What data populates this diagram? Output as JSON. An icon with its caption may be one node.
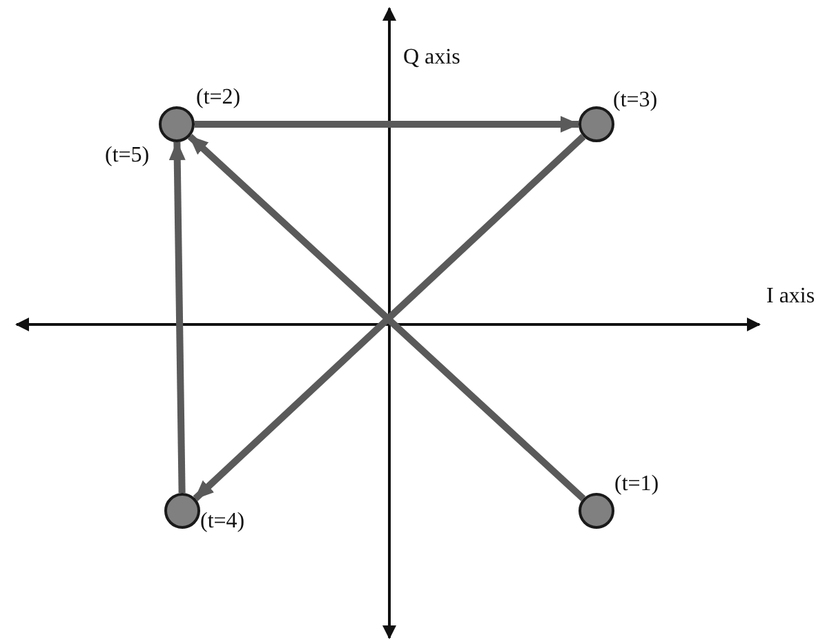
{
  "diagram": {
    "nodes": [
      {
        "text": [],
        "shape": "circle",
        "beside": [
          "(t=2)",
          "(t=5)"
        ]
      },
      {
        "text": [],
        "shape": "circle",
        "beside": [
          "(t=3)"
        ]
      },
      {
        "text": [],
        "shape": "circle",
        "beside": [
          "(t=4)"
        ]
      },
      {
        "text": [],
        "shape": "circle",
        "beside": [
          "(t=1)"
        ]
      }
    ],
    "edges": [
      {
        "from": 3,
        "to": 0,
        "arrow": "to"
      },
      {
        "from": 0,
        "to": 1,
        "arrow": "to"
      },
      {
        "from": 1,
        "to": 2,
        "arrow": "to"
      },
      {
        "from": 2,
        "to": 0,
        "arrow": "to"
      }
    ],
    "labels": [
      "Q axis",
      "I axis"
    ]
  }
}
